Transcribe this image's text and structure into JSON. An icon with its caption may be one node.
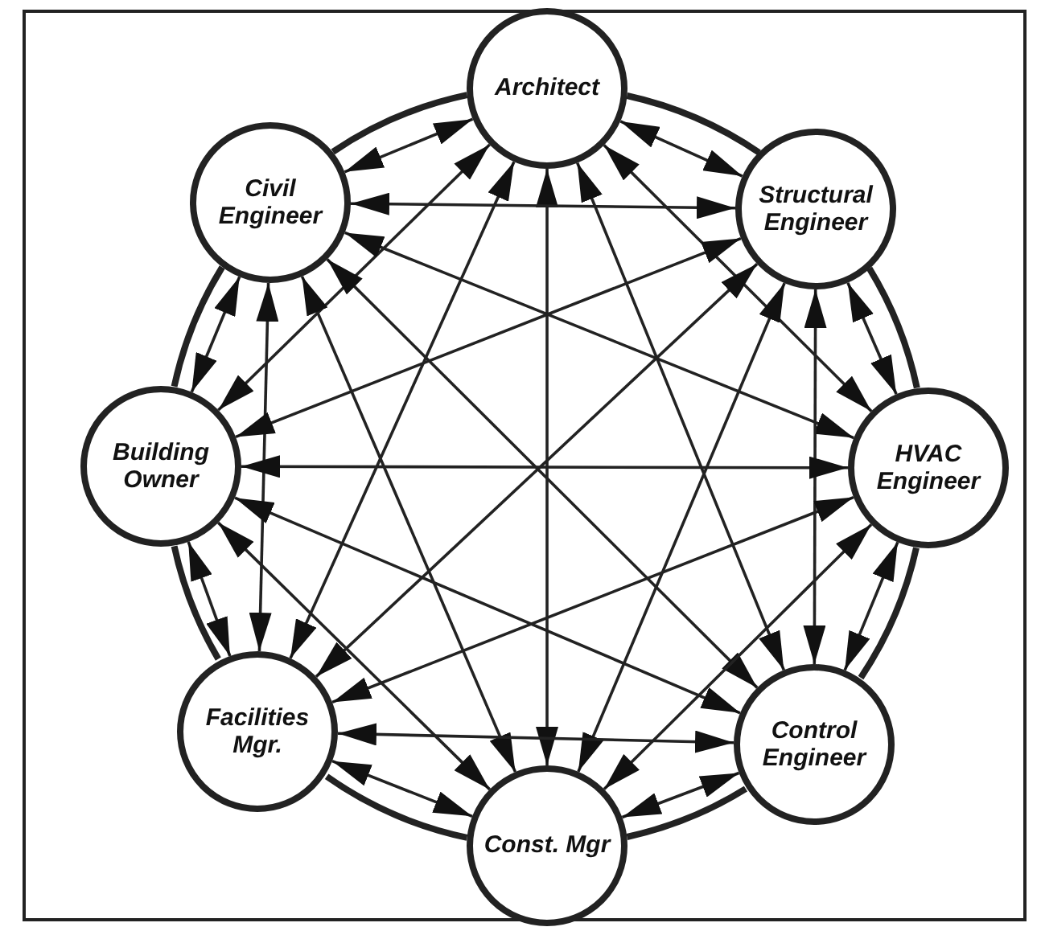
{
  "diagram": {
    "nodes": [
      {
        "text": [
          "Architect"
        ]
      },
      {
        "text": [
          "Civil Engineer"
        ]
      },
      {
        "text": [
          "Structural Engineer"
        ]
      },
      {
        "text": [
          "Building Owner"
        ]
      },
      {
        "text": [
          "HVAC Engineer"
        ]
      },
      {
        "text": [
          "Facilities Mgr."
        ]
      },
      {
        "text": [
          "Control Engineer"
        ]
      },
      {
        "text": [
          "Const. Mgr"
        ]
      }
    ],
    "edges": [
      {
        "from": 0,
        "to": 1,
        "arrow": "both"
      },
      {
        "from": 0,
        "to": 2,
        "arrow": "both"
      },
      {
        "from": 0,
        "to": 3,
        "arrow": "both"
      },
      {
        "from": 0,
        "to": 4,
        "arrow": "both"
      },
      {
        "from": 0,
        "to": 5,
        "arrow": "both"
      },
      {
        "from": 0,
        "to": 6,
        "arrow": "both"
      },
      {
        "from": 0,
        "to": 7,
        "arrow": "both"
      },
      {
        "from": 1,
        "to": 2,
        "arrow": "both"
      },
      {
        "from": 1,
        "to": 3,
        "arrow": "both"
      },
      {
        "from": 1,
        "to": 4,
        "arrow": "both"
      },
      {
        "from": 1,
        "to": 5,
        "arrow": "both"
      },
      {
        "from": 1,
        "to": 6,
        "arrow": "both"
      },
      {
        "from": 1,
        "to": 7,
        "arrow": "both"
      },
      {
        "from": 2,
        "to": 3,
        "arrow": "both"
      },
      {
        "from": 2,
        "to": 4,
        "arrow": "both"
      },
      {
        "from": 2,
        "to": 5,
        "arrow": "both"
      },
      {
        "from": 2,
        "to": 6,
        "arrow": "both"
      },
      {
        "from": 2,
        "to": 7,
        "arrow": "both"
      },
      {
        "from": 3,
        "to": 4,
        "arrow": "both"
      },
      {
        "from": 3,
        "to": 5,
        "arrow": "both"
      },
      {
        "from": 3,
        "to": 6,
        "arrow": "both"
      },
      {
        "from": 3,
        "to": 7,
        "arrow": "both"
      },
      {
        "from": 4,
        "to": 5,
        "arrow": "both"
      },
      {
        "from": 4,
        "to": 6,
        "arrow": "both"
      },
      {
        "from": 4,
        "to": 7,
        "arrow": "both"
      },
      {
        "from": 5,
        "to": 6,
        "arrow": "both"
      },
      {
        "from": 5,
        "to": 7,
        "arrow": "both"
      },
      {
        "from": 6,
        "to": 7,
        "arrow": "both"
      },
      {
        "from": 0,
        "to": 1,
        "arrow": "none",
        "style": "thick"
      },
      {
        "from": 0,
        "to": 2,
        "arrow": "none",
        "style": "thick"
      },
      {
        "from": 1,
        "to": 3,
        "arrow": "none",
        "style": "thick"
      },
      {
        "from": 2,
        "to": 4,
        "arrow": "none",
        "style": "thick"
      },
      {
        "from": 3,
        "to": 5,
        "arrow": "none",
        "style": "thick"
      },
      {
        "from": 4,
        "to": 6,
        "arrow": "none",
        "style": "thick"
      },
      {
        "from": 5,
        "to": 7,
        "arrow": "none",
        "style": "thick"
      },
      {
        "from": 6,
        "to": 7,
        "arrow": "none",
        "style": "thick"
      }
    ]
  }
}
